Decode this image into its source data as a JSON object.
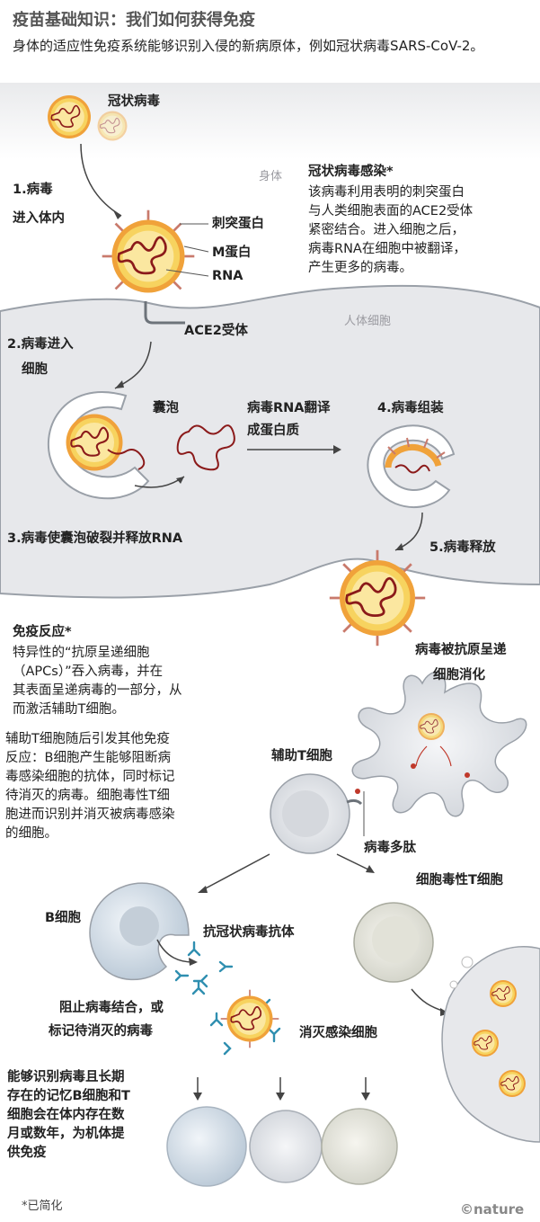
{
  "title": "疫苗基础知识：我们如何获得免疫",
  "intro": "身体的适应性免疫系统能够识别入侵的新病原体，例如冠状病毒SARS-CoV-2。",
  "labels": {
    "coronavirus": "冠状病毒",
    "body": "身体",
    "step1": [
      "1.病毒",
      "进入体内"
    ],
    "spike": "刺突蛋白",
    "m_protein": "M蛋白",
    "rna": "RNA",
    "ace2": "ACE2受体",
    "human_cell": "人体细胞",
    "step2": [
      "2.病毒进入",
      "细胞"
    ],
    "vesicle": "囊泡",
    "translate": [
      "病毒RNA翻译",
      "成蛋白质"
    ],
    "step4": "4.病毒组装",
    "step3": "3.病毒使囊泡破裂并释放RNA",
    "step5": "5.病毒释放",
    "apc_digest": [
      "病毒被抗原呈递",
      "细胞消化"
    ],
    "helper_t": "辅助T细胞",
    "peptide": "病毒多肽",
    "cytotoxic_t": "细胞毒性T细胞",
    "b_cell": "B细胞",
    "antibody": "抗冠状病毒抗体",
    "block": [
      "阻止病毒结合，或",
      "标记待消灭的病毒"
    ],
    "kill": "消灭感染细胞"
  },
  "infection": {
    "heading": "冠状病毒感染*",
    "lines": [
      "该病毒利用表明的刺突蛋白",
      "与人类细胞表面的ACE2受体",
      "紧密结合。进入细胞之后，",
      "病毒RNA在细胞中被翻译，",
      "产生更多的病毒。"
    ]
  },
  "immune": {
    "heading": "免疫反应*",
    "lines": [
      "特异性的“抗原呈递细胞",
      "（APCs）”吞入病毒，并在",
      "其表面呈递病毒的一部分，从",
      "而激活辅助T细胞。"
    ]
  },
  "helper_text": [
    "辅助T细胞随后引发其他免疫",
    "反应：B细胞产生能够阻断病",
    "毒感染细胞的抗体，同时标记",
    "待消灭的病毒。细胞毒性T细",
    "胞进而识别并消灭被病毒感染",
    "的细胞。"
  ],
  "memory_text": [
    "能够识别病毒且长期",
    "存在的记忆B细胞和T",
    "细胞会在体内存在数",
    "月或数年，为机体提",
    "供免疫"
  ],
  "footnote": "*已简化",
  "logo": "©nature",
  "colors": {
    "virus_core": "#f4c74a",
    "virus_ring": "#f0a23a",
    "spike": "#c97a6c",
    "rna": "#8b1a1a",
    "cell_fill": "#e6e8ec",
    "cell_edge": "#9aa0a8",
    "antibody": "#2f8fb0"
  }
}
